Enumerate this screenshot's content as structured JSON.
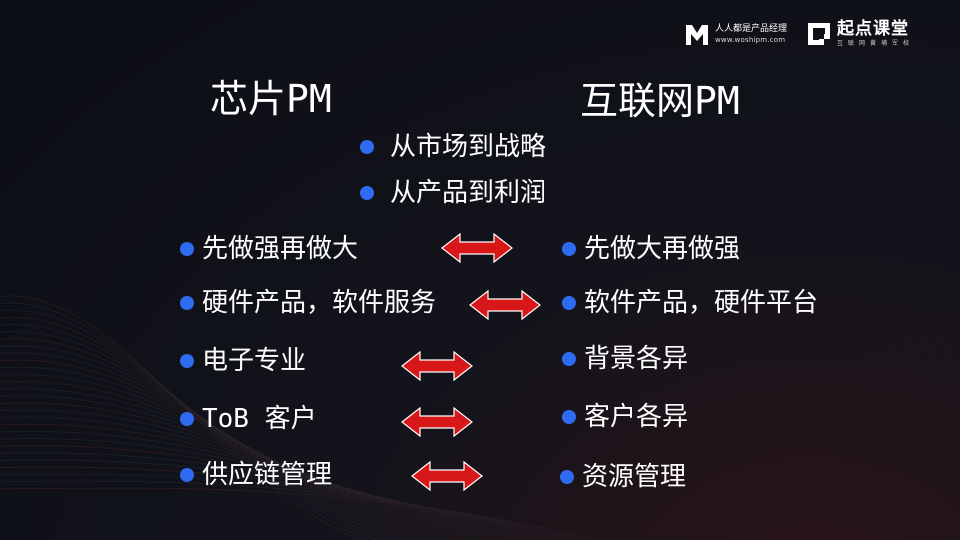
{
  "branding": {
    "woshipm": {
      "name": "人人都是产品经理",
      "url": "www.woshipm.com",
      "logo_icon": "m-logo-icon"
    },
    "qidian": {
      "name": "起点课堂",
      "slogan": "互联网黄埔军校",
      "logo_icon": "q-logo-icon"
    }
  },
  "colors": {
    "background": "#0d0f16",
    "bullet": "#2e6bf0",
    "arrow": "#d81818",
    "text": "#ffffff"
  },
  "headings": {
    "left": "芯片PM",
    "right": "互联网PM"
  },
  "center_points": [
    "从市场到战略",
    "从产品到利润"
  ],
  "rows": [
    {
      "left": "先做强再做大",
      "right": "先做大再做强"
    },
    {
      "left": "硬件产品，软件服务",
      "right": "软件产品，硬件平台"
    },
    {
      "left": "电子专业",
      "right": "背景各异"
    },
    {
      "left": "ToB 客户",
      "right": "客户各异"
    },
    {
      "left": "供应链管理",
      "right": "资源管理"
    }
  ]
}
